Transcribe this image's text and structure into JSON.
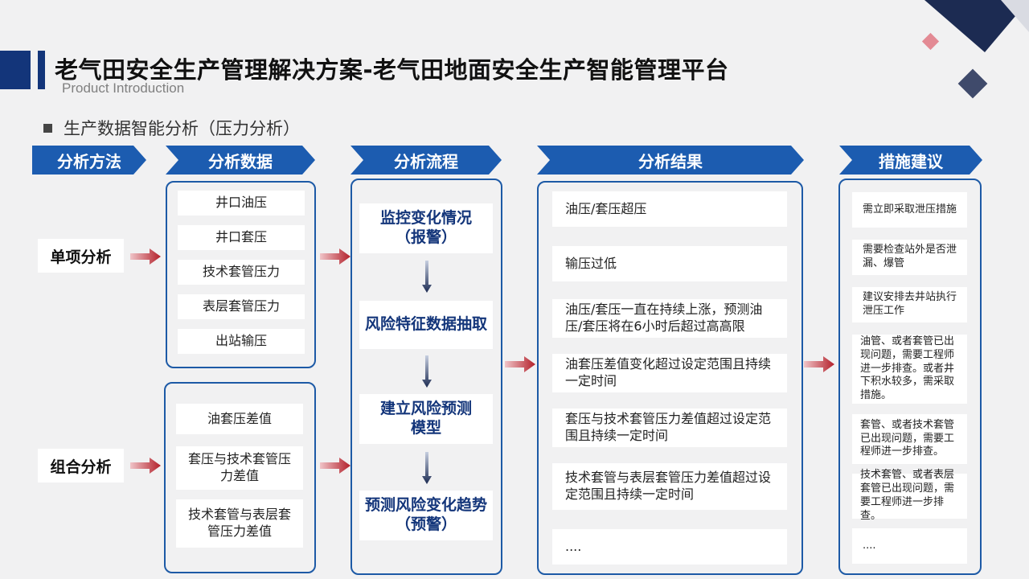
{
  "header": {
    "title": "老气田安全生产管理解决方案-老气田地面安全生产智能管理平台",
    "subtitle": "Product Introduction",
    "section": "生产数据智能分析（压力分析）"
  },
  "colors": {
    "brand": "#1c5cb0",
    "navy": "#13357a",
    "arrow_red": "#b3202a",
    "accent_pink": "#e38a94"
  },
  "columns": {
    "method": "分析方法",
    "data": "分析数据",
    "flow": "分析流程",
    "result": "分析结果",
    "advice": "措施建议"
  },
  "methods": {
    "single": "单项分析",
    "combined": "组合分析"
  },
  "data_single": [
    "井口油压",
    "井口套压",
    "技术套管压力",
    "表层套管压力",
    "出站输压"
  ],
  "data_combined": [
    "油套压差值",
    "套压与技术套管压力差值",
    "技术套管与表层套管压力差值"
  ],
  "flow": [
    "监控变化情况（报警）",
    "风险特征数据抽取",
    "建立风险预测模型",
    "预测风险变化趋势（预警）"
  ],
  "results": [
    "油压/套压超压",
    "输压过低",
    "油压/套压一直在持续上涨，预测油压/套压将在6小时后超过高高限",
    "油套压差值变化超过设定范围且持续一定时间",
    "套压与技术套管压力差值超过设定范围且持续一定时间",
    "技术套管与表层套管压力差值超过设定范围且持续一定时间",
    "...."
  ],
  "advice": [
    "需立即采取泄压措施",
    "需要检查站外是否泄漏、爆管",
    "建议安排去井站执行泄压工作",
    "油管、或者套管已出现问题，需要工程师进一步排查。或者井下积水较多，需采取措施。",
    "套管、或者技术套管已出现问题，需要工程师进一步排查。",
    "技术套管、或者表层套管已出现问题，需要工程师进一步排查。",
    "...."
  ]
}
